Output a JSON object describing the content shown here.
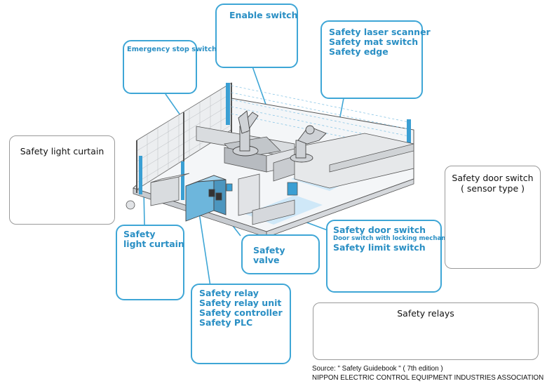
{
  "callouts": {
    "enable_switch": {
      "title": "Enable switch"
    },
    "emergency_stop": {
      "title": "Emergency stop switch"
    },
    "laser_scanner": {
      "lines": [
        "Safety laser scanner",
        "Safety mat switch",
        "Safety edge"
      ]
    },
    "light_curtain_left": {
      "title": "Safety light curtain"
    },
    "light_curtain_blue": {
      "lines": [
        "Safety",
        "light curtain"
      ]
    },
    "safety_valve": {
      "lines": [
        "Safety",
        "valve"
      ]
    },
    "relay_group": {
      "lines": [
        "Safety relay",
        "Safety relay unit",
        "Safety controller",
        "Safety PLC"
      ]
    },
    "door_switch": {
      "line1": "Safety door switch",
      "line2": "Door switch with locking mechanism",
      "line3": "Safety limit switch"
    },
    "door_switch_sensor": {
      "lines": [
        "Safety door switch",
        "( sensor type )"
      ]
    },
    "safety_relays": {
      "title": "Safety relays"
    }
  },
  "source": {
    "line1": "Source: \" Safety Guidebook \" ( 7th edition )",
    "line2": "NIPPON ELECTRIC CONTROL EQUIPMENT INDUSTRIES ASSOCIATION"
  },
  "colors": {
    "callout_border": "#3ea6d6",
    "callout_text": "#2a8fc4",
    "floor_highlight": "#cfe8f8",
    "curtain_blue": "#3a9fd3"
  }
}
